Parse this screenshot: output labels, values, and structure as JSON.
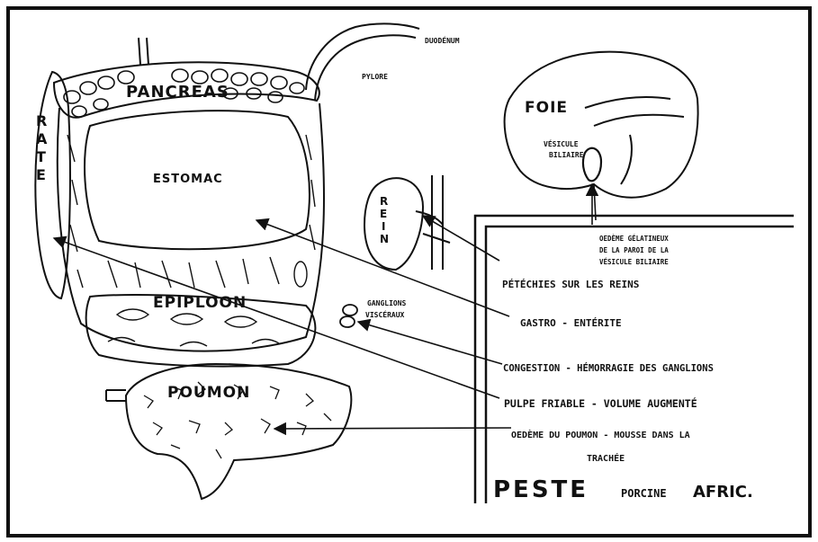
{
  "organs": {
    "pancreas": "PANCREAS",
    "duodenum": "DUODÉNUM",
    "pylore": "PYLORE",
    "rate": [
      "R",
      "A",
      "T",
      "E"
    ],
    "estomac": "ESTOMAC",
    "epiploon": "EPIPLOON",
    "poumon": "POUMON",
    "foie": "FOIE",
    "vesicule": [
      "VÉSICULE",
      "BILIAIRE"
    ],
    "rein": [
      "R",
      "E",
      "I",
      "N"
    ],
    "ganglions": [
      "GANGLIONS",
      "VISCÉRAUX"
    ]
  },
  "lesions": {
    "oedeme_vesicule": [
      "OEDÈME GÉLATINEUX",
      "DE LA PAROI DE LA",
      "VÉSICULE BILIAIRE"
    ],
    "petechies": "PÉTÉCHIES SUR LES REINS",
    "gastro": "GASTRO - ENTÉRITE",
    "congestion": "CONGESTION - HÉMORRAGIE DES GANGLIONS",
    "pulpe": "PULPE FRIABLE - VOLUME AUGMENTÉ",
    "oedeme_poumon": [
      "OEDÈME DU POUMON - MOUSSE DANS LA",
      "TRACHÉE"
    ]
  },
  "title": {
    "main": "PESTE",
    "porcine": "PORCINE",
    "afric": "AFRIC."
  }
}
